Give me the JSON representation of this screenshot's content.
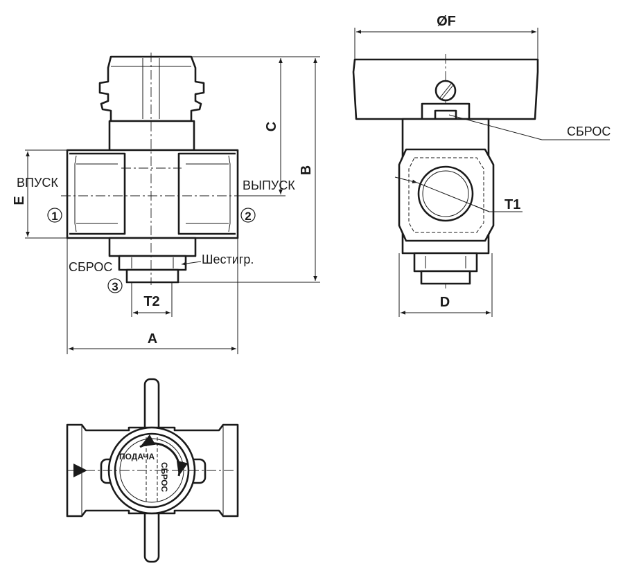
{
  "labels": {
    "inlet": "ВПУСК",
    "outlet": "ВЫПУСК",
    "vent_front": "СБРОС",
    "vent_side": "СБРОС",
    "hex": "Шестигр.",
    "feed": "ПОДАЧА",
    "vent_dial": "СБРОС"
  },
  "ports": {
    "p1": "1",
    "p2": "2",
    "p3": "3"
  },
  "dimensions": {
    "A": "A",
    "B": "B",
    "C": "C",
    "D": "D",
    "E": "E",
    "F": "ØF",
    "T1": "T1",
    "T2": "T2"
  }
}
